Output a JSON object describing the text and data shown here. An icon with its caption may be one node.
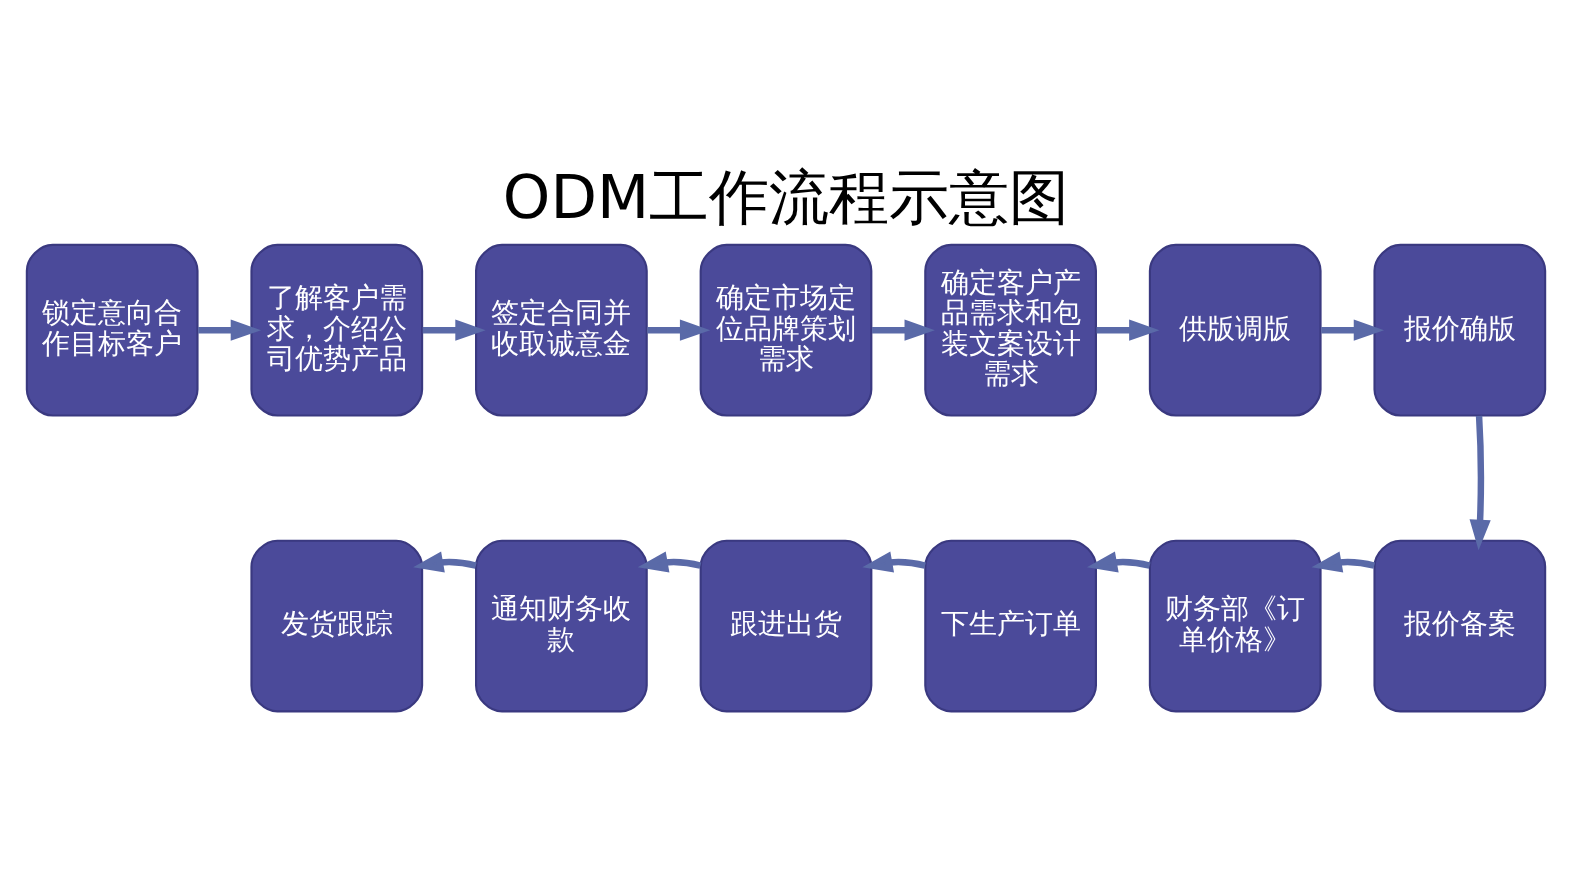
{
  "diagram": {
    "title": "ODM工作流程示意图",
    "nodes": [
      {
        "text": [
          "锁定意向合作目标客户"
        ]
      },
      {
        "text": [
          "了解客户需求，介绍公司优势产品"
        ]
      },
      {
        "text": [
          "签定合同并收取诚意金"
        ]
      },
      {
        "text": [
          "确定市场定位品牌策划需求"
        ]
      },
      {
        "text": [
          "确定客户产品需求和包装文案设计需求"
        ]
      },
      {
        "text": [
          "供版调版"
        ]
      },
      {
        "text": [
          "报价确版"
        ]
      },
      {
        "text": [
          "报价备案"
        ]
      },
      {
        "text": [
          "财务部《订单价格》"
        ]
      },
      {
        "text": [
          "下生产订单"
        ]
      },
      {
        "text": [
          "跟进出货"
        ]
      },
      {
        "text": [
          "通知财务收款"
        ]
      },
      {
        "text": [
          "发货跟踪"
        ]
      }
    ],
    "edges": [
      {
        "from": 0,
        "to": 1,
        "arrow": "to"
      },
      {
        "from": 1,
        "to": 2,
        "arrow": "to"
      },
      {
        "from": 2,
        "to": 3,
        "arrow": "to"
      },
      {
        "from": 3,
        "to": 4,
        "arrow": "to"
      },
      {
        "from": 4,
        "to": 5,
        "arrow": "to"
      },
      {
        "from": 5,
        "to": 6,
        "arrow": "to"
      },
      {
        "from": 6,
        "to": 7,
        "arrow": "to"
      },
      {
        "from": 7,
        "to": 8,
        "arrow": "to"
      },
      {
        "from": 8,
        "to": 9,
        "arrow": "to"
      },
      {
        "from": 9,
        "to": 10,
        "arrow": "to"
      },
      {
        "from": 10,
        "to": 11,
        "arrow": "to"
      },
      {
        "from": 11,
        "to": 12,
        "arrow": "to"
      }
    ]
  }
}
